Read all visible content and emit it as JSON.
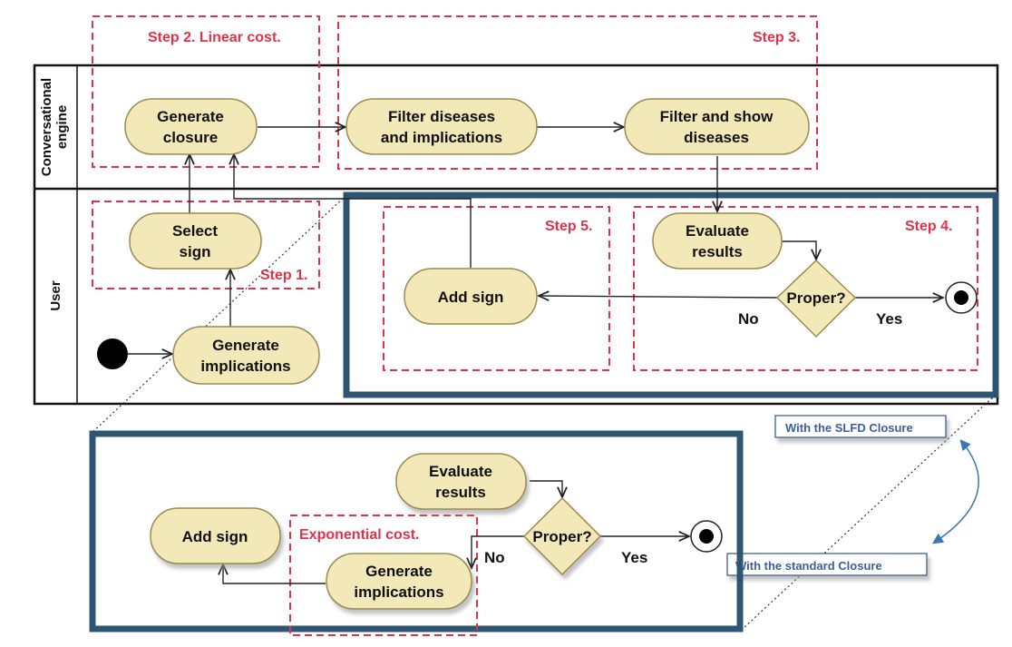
{
  "lanes": {
    "engine": "Conversational engine",
    "user": "User"
  },
  "steps": {
    "step1": "Step 1.",
    "step2": "Step 2. Linear cost.",
    "step3": "Step 3.",
    "step4": "Step 4.",
    "step5": "Step 5.",
    "exponential": "Exponential cost."
  },
  "nodes": {
    "generate_closure": [
      "Generate",
      "closure"
    ],
    "filter_diseases": [
      "Filter diseases",
      "and implications"
    ],
    "filter_show": [
      "Filter and show",
      "diseases"
    ],
    "select_sign": [
      "Select",
      "sign"
    ],
    "generate_implications": [
      "Generate",
      "implications"
    ],
    "add_sign": "Add sign",
    "evaluate_results": [
      "Evaluate",
      "results"
    ],
    "proper": "Proper?"
  },
  "zoom": {
    "add_sign": "Add sign",
    "evaluate_results": [
      "Evaluate",
      "results"
    ],
    "proper": "Proper?",
    "generate_implications": [
      "Generate",
      "implications"
    ]
  },
  "edge_labels": {
    "no": "No",
    "yes": "Yes",
    "zoom_no": "No",
    "zoom_yes": "Yes"
  },
  "legend": {
    "slfd": "With the SLFD Closure",
    "standard": "With the standard Closure"
  },
  "colors": {
    "node_fill": "#f3e9b8",
    "step_red": "#e0334a",
    "frame_blue": "#2e5673",
    "legend_blue": "#3a5f9a"
  }
}
